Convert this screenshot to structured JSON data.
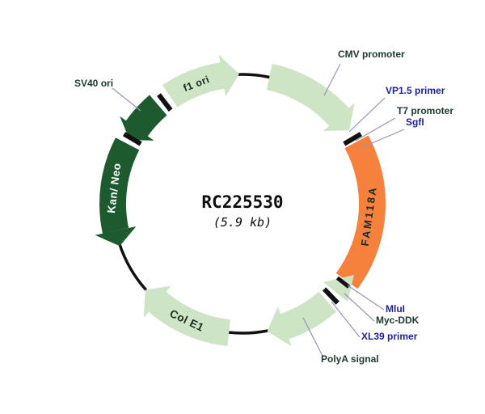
{
  "figure": {
    "center_label": {
      "name": "RC225530",
      "size": "(5.9 kb)"
    }
  },
  "colors": {
    "light_green": "#cde4c5",
    "dark_green": "#1d5b2f",
    "orange": "#f5813d",
    "backbone": "#111111",
    "callout_line": "#9594bd",
    "navy_label": "#1f1f9e",
    "green_label": "#1c3a2a",
    "white_label": "#ffffff",
    "arc_text": "#1e2b22",
    "title_text": "#0d0d0d"
  },
  "plasmid": {
    "features": [
      {
        "id": "f1-ori",
        "label": "f1 ori",
        "kind": "arc-arrow",
        "color": "light_green",
        "start": 326,
        "end": 351,
        "tip": 358.5,
        "head": "end"
      },
      {
        "id": "cmv-promoter",
        "label": "",
        "kind": "arc-arrow",
        "color": "light_green",
        "start": 12,
        "end": 48,
        "tip": 55.5,
        "head": "end"
      },
      {
        "id": "fam118a",
        "label": "FAM118A",
        "kind": "arc",
        "color": "orange",
        "start": 61.5,
        "end": 126.5
      },
      {
        "id": "myc-ddk-tag",
        "label": "",
        "kind": "polygon",
        "color": "light_green",
        "points": [
          [
            400,
            349
          ],
          [
            438,
            340
          ],
          [
            430,
            373
          ]
        ]
      },
      {
        "id": "polya-arc",
        "label": "",
        "kind": "arc-arrow",
        "color": "light_green",
        "start": 139,
        "end": 161,
        "tip": 169,
        "head": "end"
      },
      {
        "id": "col-e1",
        "label": "Col E1",
        "kind": "arc-arrow",
        "color": "light_green",
        "start": 186,
        "end": 221,
        "tip": 228.5,
        "head": "end"
      },
      {
        "id": "kan-neo",
        "label": "Kan/ Neo",
        "kind": "arc-arrow",
        "color": "dark_green",
        "start": 258,
        "end": 297.5,
        "tip": 251,
        "head": "start"
      },
      {
        "id": "sv40-ori",
        "label": "",
        "kind": "arc-arrow",
        "color": "dark_green",
        "start": 305.5,
        "end": 319.5,
        "tip": 299.5,
        "head": "start"
      }
    ],
    "ticks": [
      {
        "id": "sv40-f1",
        "angle": 322.5
      },
      {
        "id": "kan-sv40",
        "angle": 300.5
      },
      {
        "id": "sgfi",
        "angle": 59.5
      },
      {
        "id": "mlui",
        "angle": 128
      },
      {
        "id": "myc-ddk",
        "angle": 136.2
      }
    ]
  },
  "callouts": [
    {
      "id": "cmv-promoter",
      "text": "CMV promoter",
      "color": "green_label"
    },
    {
      "id": "vp15-primer",
      "text": "VP1.5 primer",
      "color": "navy_label"
    },
    {
      "id": "t7-promoter",
      "text": "T7 promoter",
      "color": "green_label"
    },
    {
      "id": "sgfi",
      "text": "SgfI",
      "color": "navy_label"
    },
    {
      "id": "mlui",
      "text": "MluI",
      "color": "navy_label"
    },
    {
      "id": "myc-ddk",
      "text": "Myc-DDK",
      "color": "green_label"
    },
    {
      "id": "xl39-primer",
      "text": "XL39 primer",
      "color": "navy_label"
    },
    {
      "id": "polya-signal",
      "text": "PolyA signal",
      "color": "green_label"
    },
    {
      "id": "sv40-ori",
      "text": "SV40 ori",
      "color": "green_label"
    }
  ]
}
